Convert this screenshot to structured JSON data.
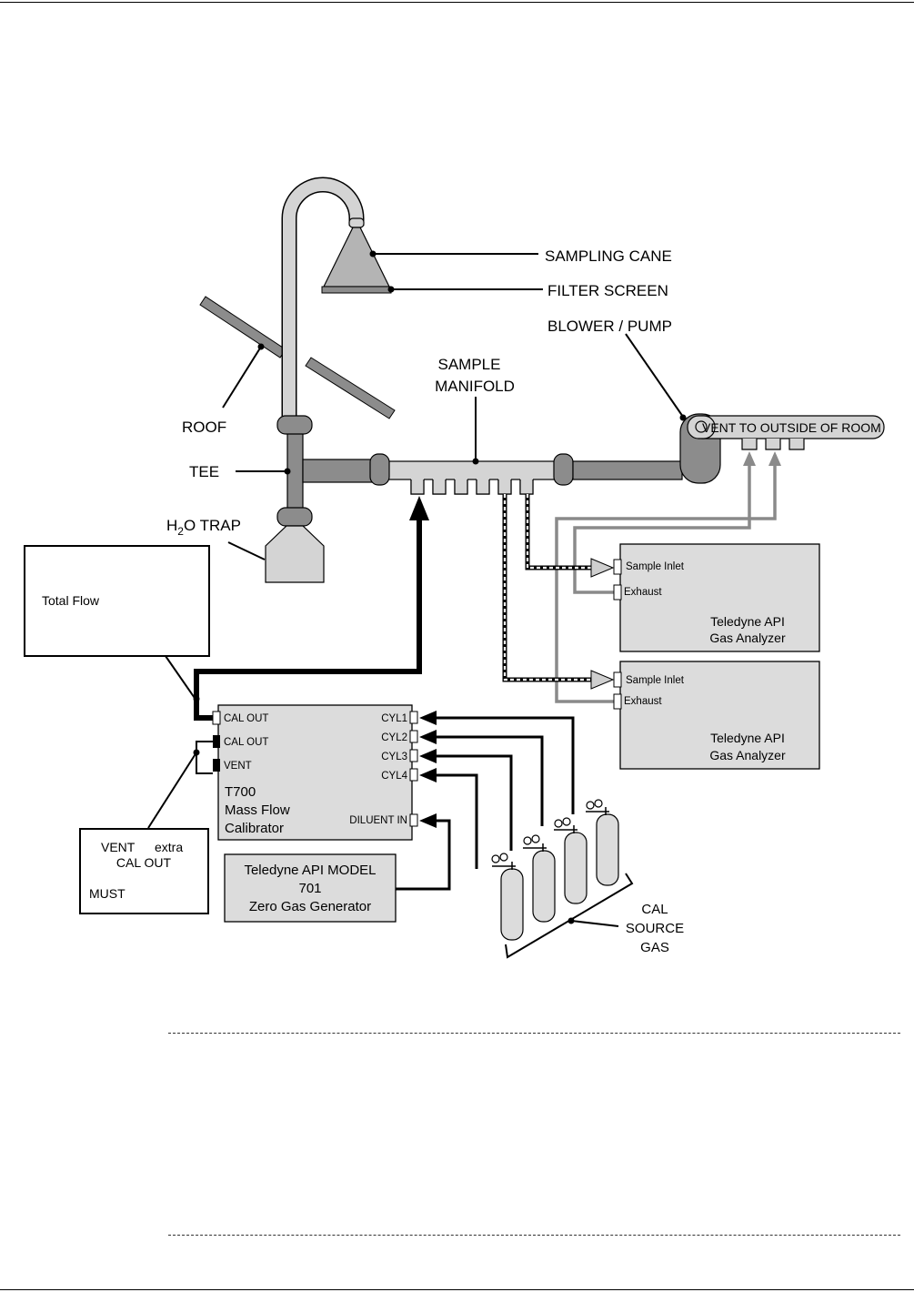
{
  "labels": {
    "sampling_cane": "SAMPLING CANE",
    "filter_screen": "FILTER SCREEN",
    "blower_pump": "BLOWER / PUMP",
    "sample": "SAMPLE",
    "manifold": "MANIFOLD",
    "roof": "ROOF",
    "tee": "TEE",
    "h2o_trap_h": "H",
    "h2o_trap_sub": "2",
    "h2o_trap_rest": "O TRAP",
    "vent_outside_1": "VENT TO OUTSIDE",
    "vent_outside_2": " OF ROOM",
    "cal_source_1": "CAL",
    "cal_source_2": "SOURCE",
    "cal_source_3": "GAS"
  },
  "boxes": {
    "total_flow": "Total Flow",
    "vent_note_1a": "VENT",
    "vent_note_1b": "extra",
    "vent_note_2": "CAL OUT",
    "vent_note_3": "MUST"
  },
  "analyzers": [
    {
      "sample_inlet": "Sample Inlet",
      "exhaust": "Exhaust",
      "name_1": "Teledyne API",
      "name_2": "Gas Analyzer"
    },
    {
      "sample_inlet": "Sample Inlet",
      "exhaust": "Exhaust",
      "name_1": "Teledyne API",
      "name_2": "Gas Analyzer"
    }
  ],
  "calibrator": {
    "ports_left": [
      "CAL OUT",
      "CAL OUT",
      "VENT"
    ],
    "ports_right": [
      "CYL1",
      "CYL2",
      "CYL3",
      "CYL4"
    ],
    "diluent": "DILUENT IN",
    "name_1": "T700",
    "name_2": "Mass Flow",
    "name_3": "Calibrator"
  },
  "zero_gas": {
    "line_1": "Teledyne API MODEL",
    "line_2": "701",
    "line_3": "Zero Gas Generator"
  },
  "colors": {
    "pipe_light": "#d4d4d4",
    "pipe_dark": "#8c8c8c",
    "box_fill": "#dcdcdc",
    "gray_line": "#8a8a8a"
  }
}
